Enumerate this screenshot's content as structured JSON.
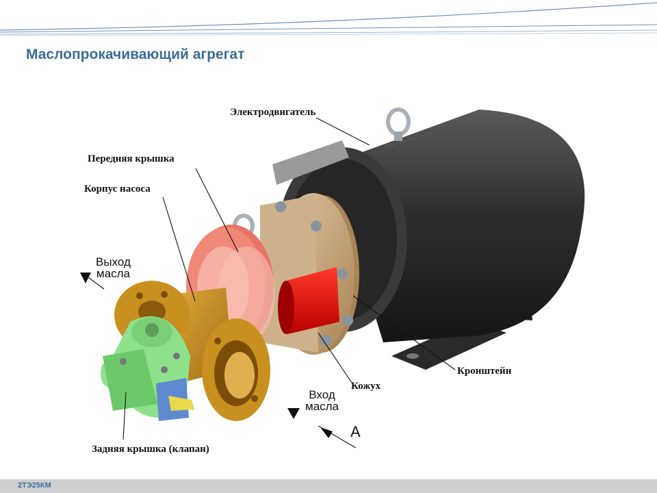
{
  "title": "Маслопрокачивающий агрегат",
  "labels": {
    "motor": "Электродвигатель",
    "front_cover": "Передняя крышка",
    "pump_body": "Корпус насоса",
    "bracket": "Кронштейн",
    "casing": "Кожух",
    "rear_cover": "Задняя крышка (клапан)"
  },
  "flows": {
    "outlet_line1": "Выход",
    "outlet_line2": "масла",
    "inlet_line1": "Вход",
    "inlet_line2": "масла"
  },
  "view_label": "А",
  "footer": "2ТЭ25КМ",
  "colors": {
    "title": "#3a6c98",
    "motor": "#2e2e2e",
    "flange": "#c7a57a",
    "front_cover": "#f08878",
    "casing": "#e01010",
    "pump_body": "#c8901e",
    "rear_cover": "#8ee08a",
    "valve": "#e8d84a",
    "footer_bar": "#cfcfcf"
  }
}
